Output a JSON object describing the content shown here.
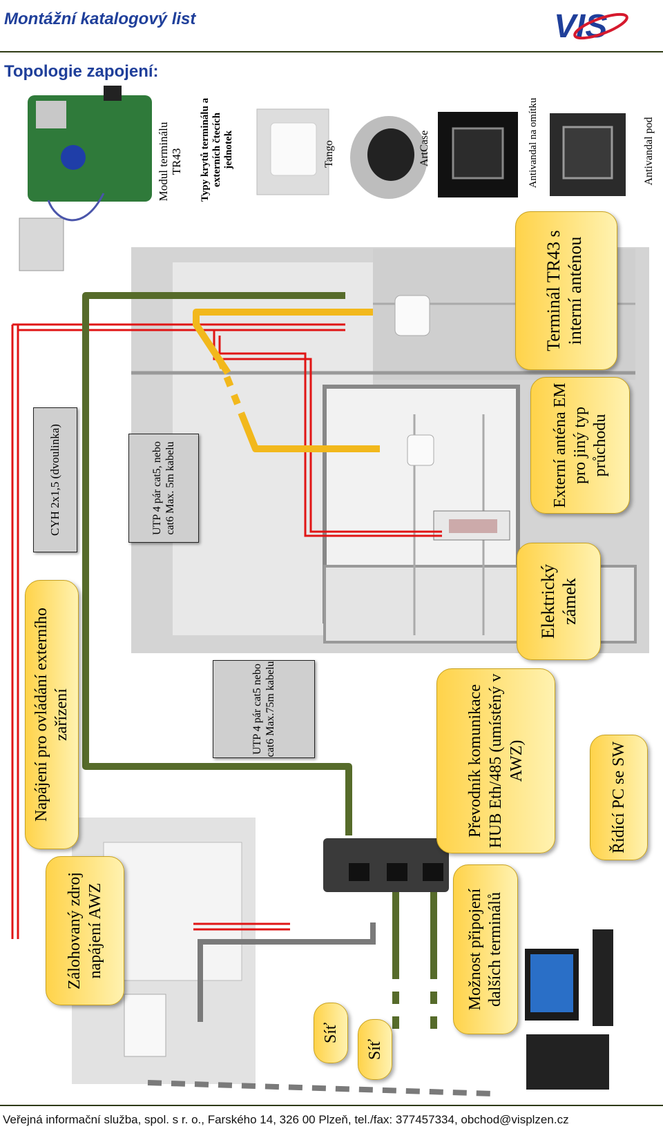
{
  "header": {
    "title": "Montážní katalogový list",
    "logo_text": "VIS"
  },
  "section_title": "Topologie zapojení:",
  "module": {
    "label": "Modul terminálu TR43"
  },
  "covers": {
    "heading": "Typy krytů terminálu a externích čtecích jednotek",
    "items": [
      "Tango",
      "ArtCase",
      "Antivandal na omítku",
      "Antivandal pod"
    ]
  },
  "callouts": {
    "terminal": "Terminál TR43 s interní anténou",
    "antenna": "Externí anténa EM pro jiný typ průchodu",
    "lock": "Elektrický zámek",
    "hub": "Převodník komunikace HUB Eth/485 (umístěný v AWZ)",
    "pc": "Řídící PC se SW",
    "more_terminals": "Možnost připojení dalších terminálů",
    "power_ext": "Napájení pro ovládání externího zařízení",
    "backup_power": "Zálohovaný zdroj napájení AWZ",
    "net1": "Síť",
    "net2": "Síť"
  },
  "cable_boxes": {
    "cyh": "CYH 2x1,5 (dvoulinka)",
    "utp_short": "UTP 4 pár cat5, nebo cat6 Max. 5m kabelu",
    "utp_long": "UTP 4 pár cat5 nebo cat6 Max.75m kabelu"
  },
  "footer": "Veřejná informační služba, spol. s r. o., Farského 14, 326 00 Plzeň, tel./fax: 377457334, obchod@visplzen.cz",
  "colors": {
    "title_blue": "#1f3f9a",
    "cable_green": "#566b2a",
    "cable_yellow": "#f2b81c",
    "cable_red": "#e01515",
    "callout_yellow": "#ffd34a"
  }
}
